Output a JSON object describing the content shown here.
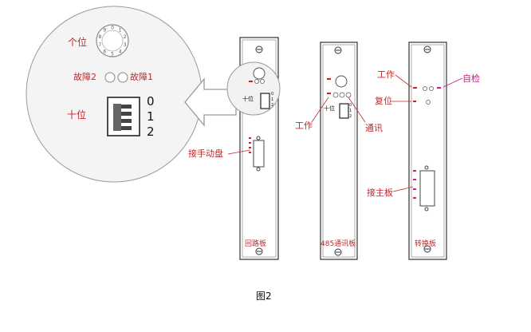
{
  "magnifier": {
    "units_label": "个位",
    "fault2_label": "故障2",
    "fault1_label": "故障1",
    "tens_label": "十位",
    "dial_digits": [
      "0",
      "1",
      "2",
      "3",
      "4",
      "5",
      "6",
      "7",
      "8",
      "9"
    ],
    "switch_positions": [
      "0",
      "1",
      "2"
    ]
  },
  "panel_loop": {
    "name": "回路板",
    "tens_mark": "十位",
    "switch_positions": [
      "0",
      "1",
      "2"
    ],
    "callout_connector": "接手动盘"
  },
  "panel_485": {
    "name": "485通讯板",
    "tens_mark": "十位",
    "switch_positions": [
      "0",
      "1",
      "2"
    ],
    "callout_work": "工作",
    "callout_comm": "通讯"
  },
  "panel_convert": {
    "name": "转换板",
    "callout_work": "工作",
    "callout_selftest": "自检",
    "callout_reset": "复位",
    "callout_mainboard": "接主板"
  },
  "caption": "图2",
  "colors": {
    "label_red": "#c0282a",
    "label_magenta": "#c0207f",
    "line": "#555555",
    "panel_fill": "#ffffff"
  }
}
